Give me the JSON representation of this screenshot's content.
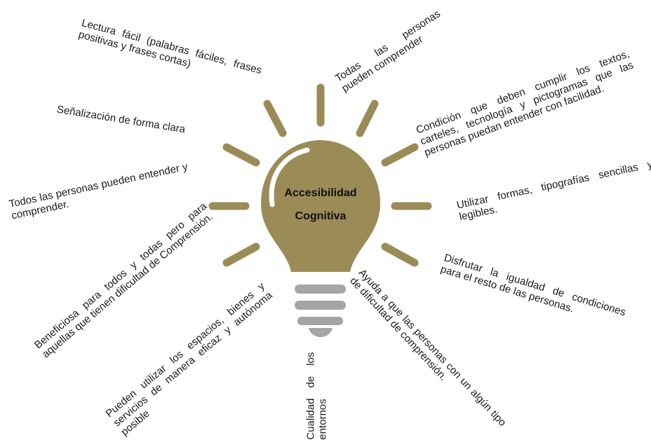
{
  "colors": {
    "bulb": "#9b8b56",
    "ray": "#9b8b56",
    "base": "#a5a5a5",
    "highlight": "#ffffff"
  },
  "center": {
    "line1": "Accesibilidad",
    "line2": "Cognitiva"
  },
  "labels": {
    "lectura_facil": "Lectura fácil (palabras fáciles, frases positivas y frases cortas)",
    "todas_personas": "Todas las personas pueden comprender",
    "condicion": "Condición que deben cumplir los textos, carteles, tecnología y pictogramas que las personas puedan entender con facilidad.",
    "senalizacion": "Señalización de forma clara",
    "utilizar_formas": "Utilizar formas, tipografías sencillas y legibles.",
    "todos_entender": "Todos las personas pueden entender y comprender.",
    "disfrutar": "Disfrutar la igualdad de condiciones para el resto de las personas.",
    "beneficiosa": "Beneficiosa para todos y todas pero para aquellas que tienen dificultad de Comprensión.",
    "espacios": "Pueden utilizar los espacios, bienes y servicios de manera eficaz y autónoma posible",
    "cualidad": "Cualidad de los entornos",
    "ayuda": "Ayuda a que las personas con un algún tipo de dificultad de comprensión."
  }
}
